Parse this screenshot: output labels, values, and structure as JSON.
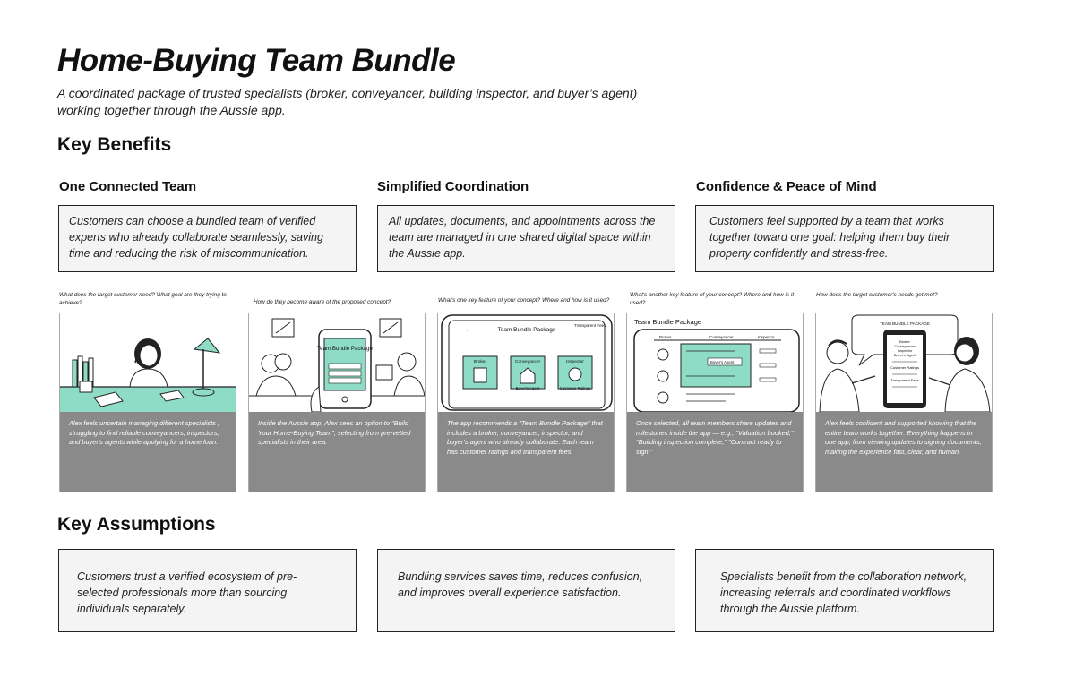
{
  "header": {
    "title": "Home-Buying Team Bundle",
    "subtitle": "A coordinated package of trusted specialists (broker, conveyancer, building inspector, and buyer’s agent) working together through the Aussie app."
  },
  "benefits": {
    "heading": "Key Benefits",
    "items": [
      {
        "title": "One Connected Team",
        "text": "Customers can choose a bundled team of verified experts who already collaborate seamlessly, saving time and reducing the risk of miscommunication."
      },
      {
        "title": "Simplified Coordination",
        "text": "All updates, documents, and appointments across the team are managed in one shared digital space within the Aussie app."
      },
      {
        "title": "Confidence & Peace of Mind",
        "text": "Customers feel supported by a team that works together toward one goal: helping them buy their property confidently and stress-free."
      }
    ]
  },
  "storyboard": [
    {
      "question": "What does the target customer need? What goal are they trying to achieve?",
      "caption": "Alex feels uncertain managing different specialists , struggling to find reliable conveyancers, inspectors, and buyer's agents while applying for a home loan."
    },
    {
      "question": "How do they become aware of the proposed concept?",
      "caption": "Inside the Aussie app, Alex sees an option to \"Build Your Home-Buying Team\", selecting from pre-vetted specialists in their area."
    },
    {
      "question": "What's one key feature of your concept? Where and how is it used?",
      "caption": "The app recommends a \"Team Bundle Package\" that includes a broker, conveyancer, inspector, and buyer's agent who already collaborate. Each team has customer ratings and transparent fees."
    },
    {
      "question": "What's another key feature of your concept? Where and how is it used?",
      "caption": "Once selected, all team members share updates and milestones inside the app — e.g., \"Valuation booked,\" \"Building inspection complete,\" \"Contract ready to sign.\""
    },
    {
      "question": "How does the target customer's needs get met?",
      "caption": "Alex feels confident and supported knowing that the entire team works together. Everything happens in one app, from viewing updates to signing documents, making the experience fast, clear, and human."
    }
  ],
  "sketch_labels": {
    "phone2_title": "Team Bundle Package",
    "tablet3_title": "Team Bundle Package",
    "tablet3_fees": "Transparent Fees",
    "tablet3_tiles": [
      "Broker",
      "Conveyancer",
      "Inspector"
    ],
    "tablet3_sub": [
      "Buyer's Agent",
      "Customer Ratings"
    ],
    "tablet4_header": "Team Bundle Package",
    "tablet4_cols": [
      "Broker",
      "Conveyancer",
      "Inspector"
    ],
    "tablet4_tag": "Buyer's Agent",
    "bubble5_title": "TEAM BUNDLE PACKAGE",
    "phone5_lines": [
      "Broker",
      "Conveyancer",
      "Inspector",
      "Buyer's Agent",
      "Customer Ratings",
      "Transparent Fees"
    ]
  },
  "assumptions": {
    "heading": "Key Assumptions",
    "items": [
      {
        "text": "Customers trust a verified ecosystem of pre-selected professionals more than sourcing individuals separately."
      },
      {
        "text": "Bundling services saves time, reduces confusion, and improves overall experience satisfaction."
      },
      {
        "text": "Specialists benefit from the collaboration network,  increasing referrals and coordinated workflows through the Aussie platform."
      }
    ]
  },
  "colors": {
    "accent": "#8fdcc6",
    "caption_bg": "#8a8a8a",
    "box_bg": "#f4f4f4"
  }
}
